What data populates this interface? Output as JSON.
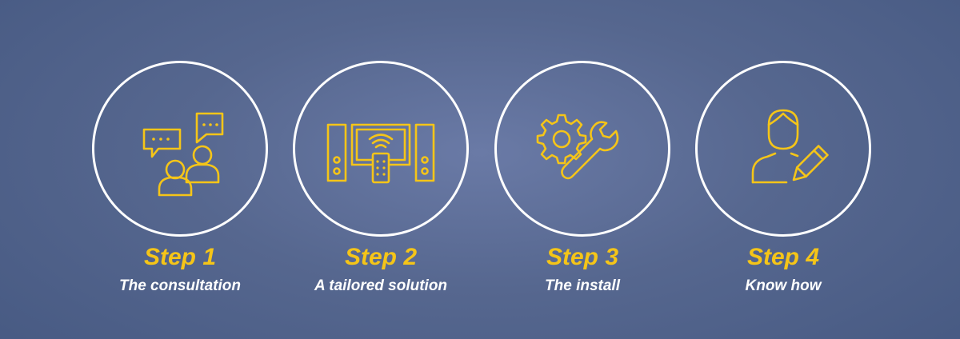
{
  "steps": [
    {
      "title": "Step 1",
      "subtitle": "The consultation",
      "icon": "consultation-icon"
    },
    {
      "title": "Step 2",
      "subtitle": "A tailored solution",
      "icon": "home-theater-icon"
    },
    {
      "title": "Step 3",
      "subtitle": "The install",
      "icon": "gear-wrench-icon"
    },
    {
      "title": "Step 4",
      "subtitle": "Know how",
      "icon": "user-pencil-icon"
    }
  ],
  "colors": {
    "accent": "#f5c518",
    "text": "#ffffff",
    "background": "#56678f"
  }
}
